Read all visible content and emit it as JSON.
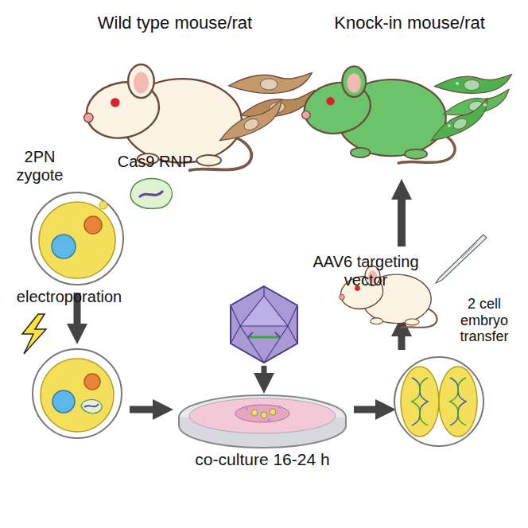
{
  "diagram": {
    "labels": [
      "Wild type mouse/rat",
      "Knock-in mouse/rat",
      "2PN zygote",
      "Cas9 RNP",
      "electroporation",
      "AAV6 targeting vector",
      "co-culture 16-24 h",
      "2 cell embryo transfer"
    ]
  }
}
